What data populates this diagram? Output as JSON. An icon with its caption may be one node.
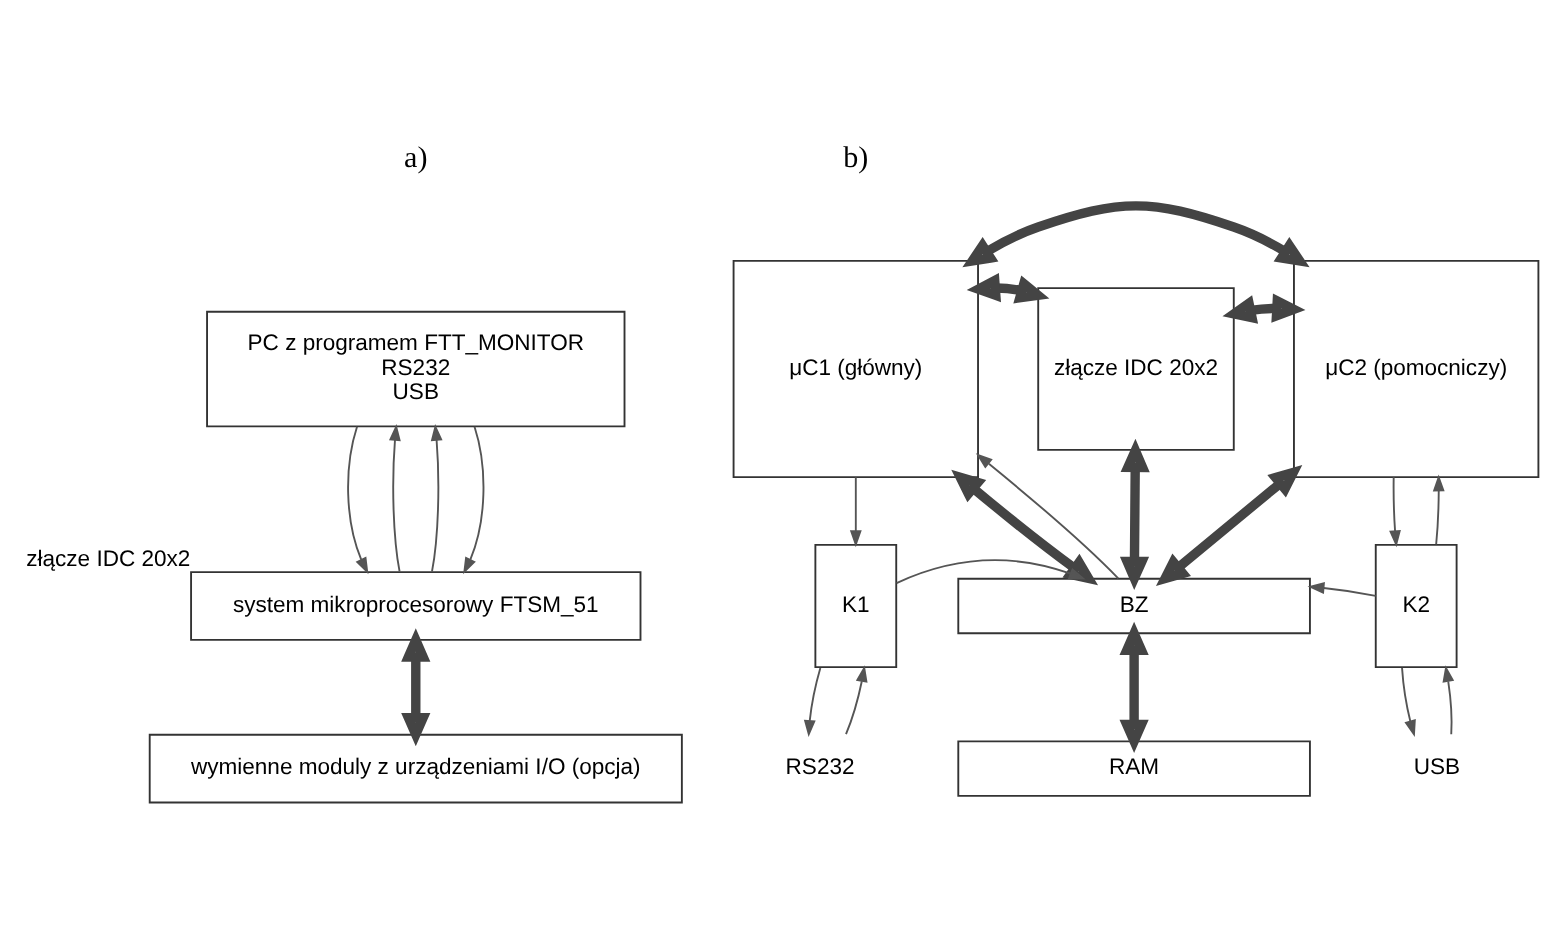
{
  "diagram": {
    "nodes": [
      {
        "text": [
          "PC z programem FTT_MONITOR",
          "RS232",
          "USB"
        ]
      },
      {
        "text": [
          "system mikroprocesorowy FTSM_51"
        ],
        "beside": [
          "złącze IDC 20x2"
        ]
      },
      {
        "text": [
          "wymienne moduly z urządzeniami I/O (opcja)"
        ]
      },
      {
        "text": [
          "μC1 (główny)"
        ]
      },
      {
        "text": [
          "złącze IDC 20x2"
        ]
      },
      {
        "text": [
          "μC2 (pomocniczy)"
        ]
      },
      {
        "text": [
          "BZ"
        ]
      },
      {
        "text": [
          "K1"
        ]
      },
      {
        "text": [
          "RAM"
        ]
      },
      {
        "text": [
          "K2"
        ]
      },
      {
        "text": [
          "RS232"
        ]
      },
      {
        "text": [
          "USB"
        ]
      }
    ],
    "edges": [
      {
        "from": 0,
        "to": 1,
        "arrow": "to"
      },
      {
        "from": 1,
        "to": 0,
        "arrow": "to"
      },
      {
        "from": 1,
        "to": 0,
        "arrow": "to"
      },
      {
        "from": 0,
        "to": 1,
        "arrow": "to"
      },
      {
        "from": 1,
        "to": 2,
        "arrow": "both",
        "style": "thick"
      },
      {
        "from": 3,
        "to": 5,
        "arrow": "both",
        "style": "thick"
      },
      {
        "from": 3,
        "to": 4,
        "arrow": "both",
        "style": "thick"
      },
      {
        "from": 4,
        "to": 5,
        "arrow": "both",
        "style": "thick"
      },
      {
        "from": 3,
        "to": 6,
        "arrow": "both",
        "style": "thick"
      },
      {
        "from": 4,
        "to": 6,
        "arrow": "both",
        "style": "thick"
      },
      {
        "from": 5,
        "to": 6,
        "arrow": "both",
        "style": "thick"
      },
      {
        "from": 6,
        "to": 8,
        "arrow": "both",
        "style": "thick"
      },
      {
        "from": 3,
        "to": 7,
        "arrow": "to"
      },
      {
        "from": 6,
        "to": 3,
        "arrow": "to"
      },
      {
        "from": 7,
        "to": 6,
        "arrow": "to"
      },
      {
        "from": 9,
        "to": 5,
        "arrow": "to"
      },
      {
        "from": 9,
        "to": 6,
        "arrow": "to"
      },
      {
        "from": 5,
        "to": 9,
        "arrow": "to"
      },
      {
        "from": 10,
        "to": 7,
        "arrow": "to"
      },
      {
        "from": 7,
        "to": 10,
        "arrow": "to"
      },
      {
        "from": 9,
        "to": 11,
        "arrow": "to"
      },
      {
        "from": 11,
        "to": 9,
        "arrow": "to"
      }
    ],
    "labels": [
      "a)",
      "b)"
    ]
  }
}
